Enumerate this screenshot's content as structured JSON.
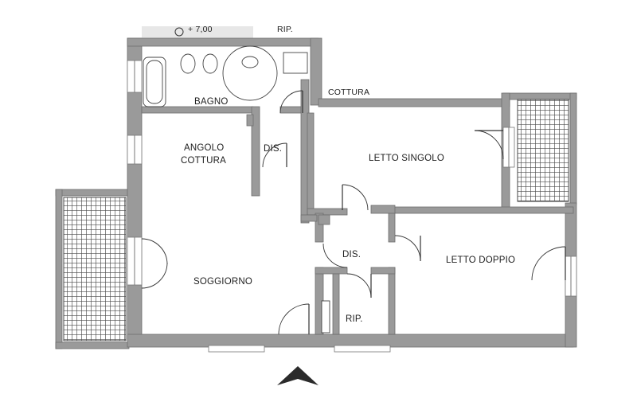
{
  "floor_plan": {
    "rooms": {
      "bagno": "BAGNO",
      "cottura_top": "COTTURA",
      "angolo_cottura_line1": "ANGOLO",
      "angolo_cottura_line2": "COTTURA",
      "dis_upper": "DIS.",
      "letto_singolo": "LETTO SINGOLO",
      "letto_doppio": "LETTO DOPPIO",
      "dis_center": "DIS.",
      "soggiorno": "SOGGIORNO",
      "rip": "RIP."
    },
    "top_fragments": {
      "left": "+ 7,00",
      "right": "RIP."
    },
    "colors": {
      "wall": "#9a9a9a",
      "terrace_grid": "#4a4a4a",
      "background": "#ffffff",
      "entrance_arrow": "#2b2b2b"
    }
  }
}
